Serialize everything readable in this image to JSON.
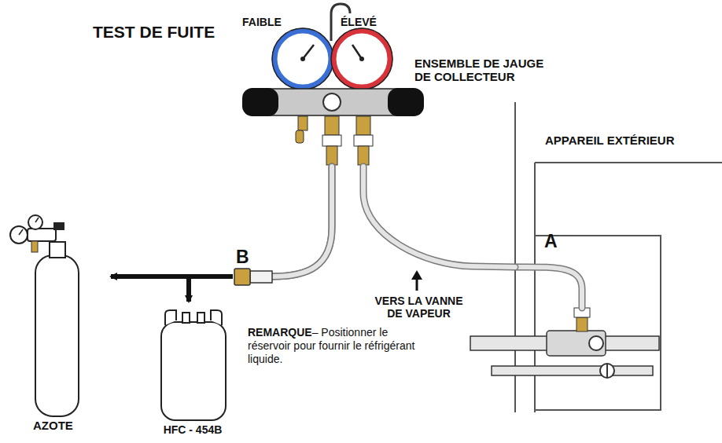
{
  "diagram": {
    "title": "TEST DE FUITE",
    "nodes": [
      {
        "text": [
          "FAIBLE",
          "ÉLEVÉ",
          "ENSEMBLE DE JAUGE DE COLLECTEUR"
        ]
      },
      {
        "text": [
          "APPAREIL EXTÉRIEUR"
        ]
      },
      {
        "text": [
          "AZOTE"
        ]
      },
      {
        "text": [
          "HFC - 454B"
        ]
      }
    ],
    "edges": [
      {
        "from": 0,
        "to": 1,
        "arrow": "none",
        "label": "A"
      },
      {
        "from": 0,
        "to": 2,
        "arrow": "to",
        "label": "B"
      },
      {
        "from": 0,
        "to": 3,
        "arrow": "to"
      }
    ],
    "labels": [
      "VERS LA VANNE DE VAPEUR",
      "REMARQUE",
      "– Positionner le réservoir pour fournir le réfrigérant liquide."
    ]
  }
}
